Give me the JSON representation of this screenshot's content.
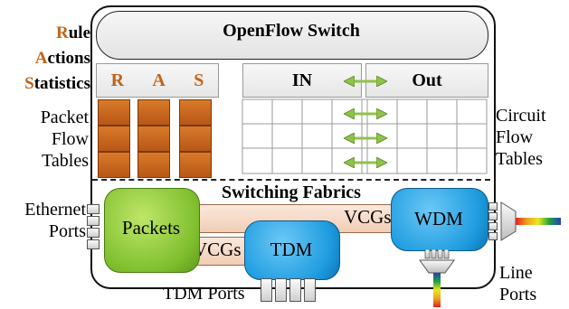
{
  "legend": [
    {
      "first": "R",
      "rest": "ule"
    },
    {
      "first": "A",
      "rest": "ctions"
    },
    {
      "first": "S",
      "rest": "tatistics"
    }
  ],
  "switch_title": "OpenFlow Switch",
  "ras_headers": [
    "R",
    "A",
    "S"
  ],
  "packet_flow_tables_label": [
    "Packet",
    "Flow",
    "Tables"
  ],
  "circuit_headers": {
    "in": "IN",
    "out": "Out"
  },
  "circuit_flow_tables_label": [
    "Circuit",
    "Flow",
    "Tables"
  ],
  "switching_fabrics": "Switching Fabrics",
  "nodes": {
    "packets": "Packets",
    "tdm": "TDM",
    "wdm": "WDM"
  },
  "vcgs": [
    "VCGs",
    "VCGs"
  ],
  "ethernet_ports_label": [
    "Ethernet",
    "Ports"
  ],
  "tdm_ports_label": "TDM Ports",
  "line_ports_label": [
    "Line",
    "Ports"
  ],
  "colors": {
    "accent_orange": "#c06418",
    "packets_green": "#7fbf2e",
    "tdm_wdm_blue": "#1e9ce0",
    "arrow_green": "#8fc24a"
  }
}
